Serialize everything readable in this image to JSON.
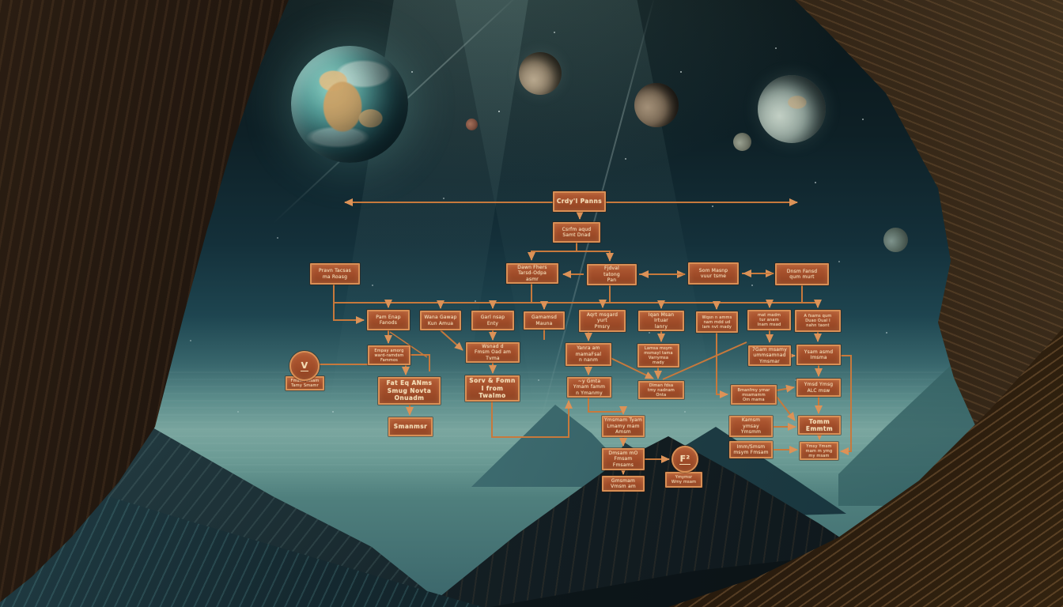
{
  "scene": {
    "description": "Sci-fi illustration: orange flowchart floating over an alien mountain valley, Earth and moons in a dark teal sky between two dark cliffs",
    "palette": {
      "box_fill": "#a04c29",
      "box_border": "#d98f55",
      "box_text": "#f4ddb5",
      "connector": "#c7793c",
      "sky_top": "#0a1518",
      "horizon_glow": "#7aa69f",
      "cliff_brown": "#1b120c"
    }
  },
  "flowchart": {
    "nodes": [
      {
        "id": "t1",
        "label": "Crdy'l Panns"
      },
      {
        "id": "t2",
        "label": "Csrfm aqud\nSamt Dnad"
      },
      {
        "id": "l1",
        "label": "Pravn Tacsas\nma Roasg"
      },
      {
        "id": "m1",
        "label": "Dawn Fhers\nTarsd-Odpa\nasmr"
      },
      {
        "id": "m2",
        "label": "Fjdval\ntatong\nPan"
      },
      {
        "id": "m3",
        "label": "Som Masnp\nvuur tsme"
      },
      {
        "id": "m4",
        "label": "Dnsm Fansd\nqum murt"
      },
      {
        "id": "a",
        "label": "Pam Enap\nFanods"
      },
      {
        "id": "b",
        "label": "Wana Gawap\nKun Amua"
      },
      {
        "id": "c",
        "label": "Garl nsap\nEnty"
      },
      {
        "id": "d",
        "label": "Gamamsd\nMauna"
      },
      {
        "id": "ra",
        "label": "Aqrt msgard\nyurt\nPmsry"
      },
      {
        "id": "rb",
        "label": "Iqan Msan\nIrtuar\nlanry"
      },
      {
        "id": "rc",
        "label": "Wqsn n amms\nnam mdd ud\nlam nvt mady"
      },
      {
        "id": "rd",
        "label": "mat madm\ntur anam\nInam msad"
      },
      {
        "id": "re",
        "label": "A fsams qum\nDuao Oual I\nnahn taont"
      },
      {
        "id": "e",
        "label": "Empay amorg\nward-ramdsm\nFammos"
      },
      {
        "id": "f",
        "label": "Wsnad d\nFmsm Oad am\nTvma"
      },
      {
        "id": "r1",
        "label": "Yanra am\nmamaFsal\nn nanm"
      },
      {
        "id": "r2",
        "label": "Lamsa msym\nmsmayl tama\nVarrymsa\nmady"
      },
      {
        "id": "r3",
        "label": "7Gam msamy\nummsamnad\nYmsmar"
      },
      {
        "id": "r4",
        "label": "Ysam asmd\nImsma"
      },
      {
        "id": "vl",
        "label": "Fmavn msam\nTamy Smamr"
      },
      {
        "id": "g",
        "label": "Fat Eq ANms\nSmug Novta\nOnuadm"
      },
      {
        "id": "h",
        "label": "Sorv & Fomn\nI from\nTwalmo"
      },
      {
        "id": "i1",
        "label": "~y Gmta\nYmam famm\nn Ymanmy"
      },
      {
        "id": "i2",
        "label": "Dlman fdsa\ntmy nadnam\nOnta"
      },
      {
        "id": "i3",
        "label": "Bmanfmy ymar\nmsamamm\nOm mama"
      },
      {
        "id": "i4",
        "label": "Ymsd Ymsg\nALC msw"
      },
      {
        "id": "j1",
        "label": "Smanmsr"
      },
      {
        "id": "j2",
        "label": "Ymsmam Tyam\nLmamy mam\nAmsm"
      },
      {
        "id": "j3",
        "label": "Kamsm\nymsay\nYmsmm"
      },
      {
        "id": "j4",
        "label": "Tomm\nEmmtm"
      },
      {
        "id": "k2",
        "label": "Dmsam mO\nFmsam\nFmsams"
      },
      {
        "id": "k3",
        "label": "Imm/Smsm\nmsym Fmsam"
      },
      {
        "id": "k4",
        "label": "Ymsy Ymsm\nmam m ymg\nmy msam"
      },
      {
        "id": "l2",
        "label": "Gmsmam\nVmsm am"
      },
      {
        "id": "l3",
        "label": "Ymymsr\nWmy msam"
      }
    ],
    "circles": [
      {
        "id": "v-node",
        "glyph": "V"
      },
      {
        "id": "f-node",
        "glyph": "F²"
      }
    ]
  }
}
